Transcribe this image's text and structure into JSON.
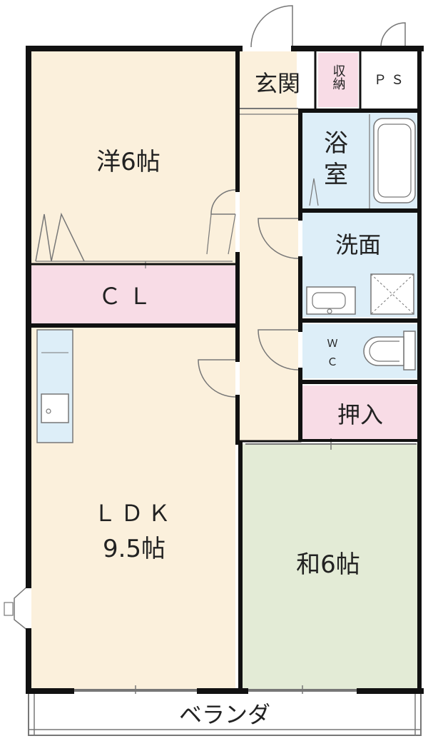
{
  "rooms": {
    "western_room": "洋6帖",
    "closet": "ＣＬ",
    "entrance": "玄関",
    "storage": "収納",
    "pipe_space": "ＰＳ",
    "bathroom_1": "浴",
    "bathroom_2": "室",
    "washroom": "洗面",
    "toilet_1": "Ｗ",
    "toilet_2": "Ｃ",
    "oshiire": "押入",
    "ldk_1": "ＬＤＫ",
    "ldk_2": "9.5帖",
    "japanese_room": "和6帖",
    "balcony": "ベランダ"
  },
  "colors": {
    "wall": "#111111",
    "floor_wood": "#fbf0dc",
    "closet_pink": "#f8dce6",
    "water_blue": "#ddeef8",
    "tatami_green": "#e3ebd6",
    "line": "#777777"
  }
}
